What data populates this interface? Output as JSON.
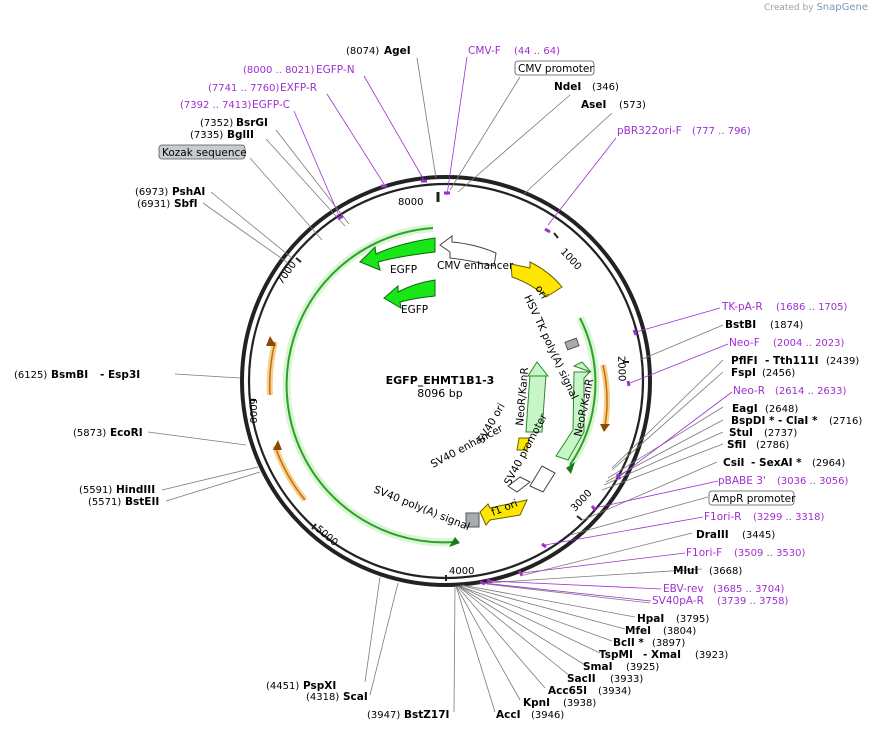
{
  "app": {
    "created_by": "Created by",
    "brand": "SnapGene"
  },
  "plasmid": {
    "name": "EGFP_EHMT1B1-3",
    "size": "8096 bp"
  },
  "ticks": [
    "1000",
    "2000",
    "3000",
    "4000",
    "5000",
    "6000",
    "7000",
    "8000"
  ],
  "features": {
    "cmv_enhancer": "CMV enhancer",
    "egfp_outer": "EGFP",
    "egfp_inner": "EGFP",
    "ori": "ori",
    "hsv": "HSV TK poly(A) signal",
    "neo_outer": "NeoR/KanR",
    "neo_inner": "NeoR/KanR",
    "sv40_prom": "SV40 promoter",
    "sv40_ori": "SV40 ori",
    "sv40_enh": "SV40 enhancer",
    "sv40_polya": "SV40 poly(A) signal",
    "f1_ori": "f1 ori"
  },
  "boxed": {
    "cmv_promoter": "CMV promoter",
    "kozak": "Kozak sequence",
    "ampr_promoter": "AmpR promoter"
  },
  "sites": [
    {
      "pos": "(8074)",
      "name": "AgeI"
    },
    {
      "pos": "(346)",
      "name": "NdeI"
    },
    {
      "pos": "(573)",
      "name": "AseI"
    },
    {
      "pos": "(7352)",
      "name": "BsrGI"
    },
    {
      "pos": "(7335)",
      "name": "BglII"
    },
    {
      "pos": "(6973)",
      "name": "PshAI"
    },
    {
      "pos": "(6931)",
      "name": "SbfI"
    },
    {
      "pos": "(6125)",
      "name": "BsmBI"
    },
    {
      "name2": "- Esp3I"
    },
    {
      "pos": "(5873)",
      "name": "EcoRI"
    },
    {
      "pos": "(5591)",
      "name": "HindIII"
    },
    {
      "pos": "(5571)",
      "name": "BstEII"
    },
    {
      "pos": "(4451)",
      "name": "PspXI"
    },
    {
      "pos": "(4318)",
      "name": "ScaI"
    },
    {
      "pos": "(3947)",
      "name": "BstZ17I"
    },
    {
      "pos": "(3946)",
      "name": "AccI"
    },
    {
      "pos": "(3938)",
      "name": "KpnI"
    },
    {
      "pos": "(3934)",
      "name": "Acc65I"
    },
    {
      "pos": "(3933)",
      "name": "SacII"
    },
    {
      "pos": "(3925)",
      "name": "SmaI"
    },
    {
      "pos": "(3923)",
      "name": "TspMI",
      "name2": "- XmaI"
    },
    {
      "pos": "(3897)",
      "name": "BclI *"
    },
    {
      "pos": "(3804)",
      "name": "MfeI"
    },
    {
      "pos": "(3795)",
      "name": "HpaI"
    },
    {
      "pos": "(3668)",
      "name": "MluI"
    },
    {
      "pos": "(3445)",
      "name": "DraIII"
    },
    {
      "pos": "(2964)",
      "name": "CsiI",
      "name2": "- SexAI *"
    },
    {
      "pos": "(2786)",
      "name": "SfiI"
    },
    {
      "pos": "(2737)",
      "name": "StuI"
    },
    {
      "pos": "(2716)",
      "name": "BspDI *",
      "name2": "- ClaI *"
    },
    {
      "pos": "(2648)",
      "name": "EagI"
    },
    {
      "pos": "(2456)",
      "name": "FspI"
    },
    {
      "pos": "(2439)",
      "name": "PflFI",
      "name2": "- Tth111I"
    },
    {
      "pos": "(1874)",
      "name": "BstBI"
    }
  ],
  "primers": [
    {
      "name": "CMV-F",
      "pos": "(44 .. 64)"
    },
    {
      "name": "EGFP-N",
      "pos": "(8000 .. 8021)"
    },
    {
      "name": "EXFP-R",
      "pos": "(7741 .. 7760)"
    },
    {
      "name": "EGFP-C",
      "pos": "(7392 .. 7413)"
    },
    {
      "name": "pBR322ori-F",
      "pos": "(777 .. 796)"
    },
    {
      "name": "TK-pA-R",
      "pos": "(1686 .. 1705)"
    },
    {
      "name": "Neo-F",
      "pos": "(2004 .. 2023)"
    },
    {
      "name": "Neo-R",
      "pos": "(2614 .. 2633)"
    },
    {
      "name": "pBABE 3'",
      "pos": "(3036 .. 3056)"
    },
    {
      "name": "F1ori-R",
      "pos": "(3299 .. 3318)"
    },
    {
      "name": "F1ori-F",
      "pos": "(3509 .. 3530)"
    },
    {
      "name": "EBV-rev",
      "pos": "(3685 .. 3704)"
    },
    {
      "name": "SV40pA-R",
      "pos": "(3739 .. 3758)"
    }
  ],
  "colors": {
    "green": "#19e619",
    "yellow": "#ffe600",
    "orange": "#f0a020",
    "mint": "#c6f5c6",
    "primer": "#9e2fd0",
    "gray": "#a8acb0"
  }
}
